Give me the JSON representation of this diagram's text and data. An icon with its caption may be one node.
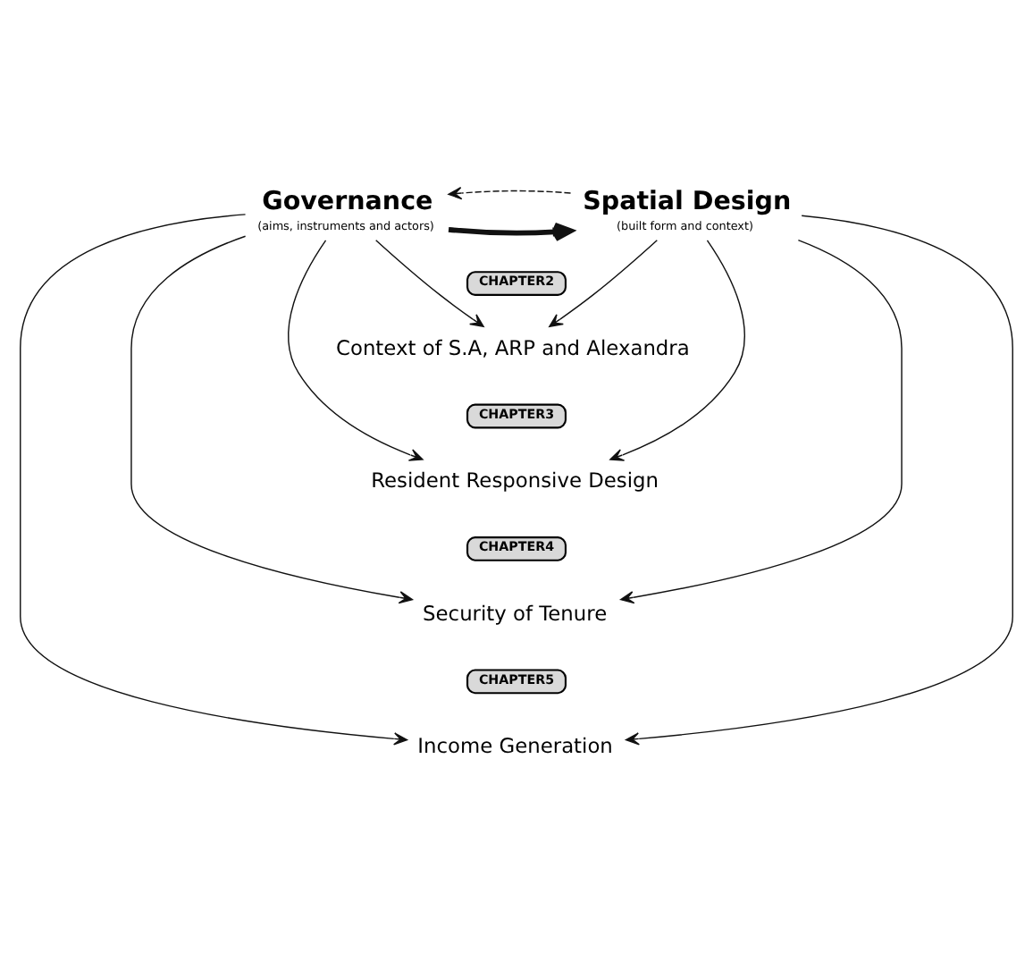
{
  "diagram": {
    "nodes": [
      {
        "text": [
          "Governance"
        ],
        "beside": [
          "(aims, instruments and actors)"
        ]
      },
      {
        "text": [
          "Spatial Design"
        ],
        "beside": [
          "(built form and context)"
        ]
      },
      {
        "text": [
          "CHAPTER2"
        ]
      },
      {
        "text": [
          "Context of S.A, ARP and Alexandra"
        ]
      },
      {
        "text": [
          "CHAPTER3"
        ]
      },
      {
        "text": [
          "Resident Responsive Design"
        ]
      },
      {
        "text": [
          "CHAPTER4"
        ]
      },
      {
        "text": [
          "Security of Tenure"
        ]
      },
      {
        "text": [
          "CHAPTER5"
        ]
      },
      {
        "text": [
          "Income Generation"
        ]
      }
    ],
    "edges": [
      {
        "from": 0,
        "to": 1,
        "arrow": "to",
        "style": "thick"
      },
      {
        "from": 1,
        "to": 0,
        "arrow": "to",
        "style": "dashed"
      },
      {
        "from": 0,
        "to": 3,
        "arrow": "to"
      },
      {
        "from": 1,
        "to": 3,
        "arrow": "to"
      },
      {
        "from": 0,
        "to": 5,
        "arrow": "to"
      },
      {
        "from": 1,
        "to": 5,
        "arrow": "to"
      },
      {
        "from": 0,
        "to": 7,
        "arrow": "to"
      },
      {
        "from": 1,
        "to": 7,
        "arrow": "to"
      },
      {
        "from": 0,
        "to": 9,
        "arrow": "to"
      },
      {
        "from": 1,
        "to": 9,
        "arrow": "to"
      }
    ]
  }
}
